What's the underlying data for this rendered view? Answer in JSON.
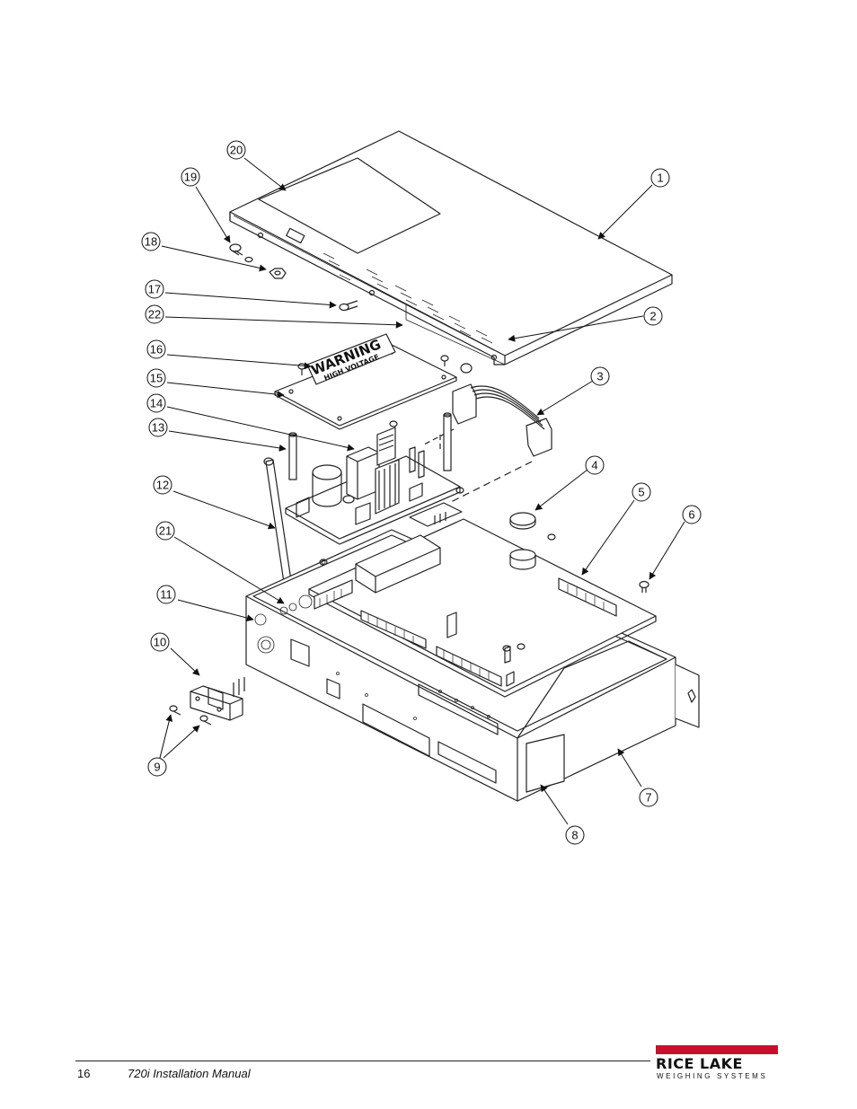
{
  "diagram": {
    "callouts": [
      "1",
      "2",
      "3",
      "4",
      "5",
      "6",
      "7",
      "8",
      "9",
      "10",
      "11",
      "12",
      "13",
      "14",
      "15",
      "16",
      "17",
      "18",
      "19",
      "20",
      "21",
      "22"
    ],
    "warning_label": {
      "line1": "WARNING",
      "line2": "HIGH VOLTAGE"
    }
  },
  "footer": {
    "page_number": "16",
    "manual_title": "720i Installation Manual"
  },
  "logo": {
    "name": "RICE LAKE",
    "tagline": "WEIGHING SYSTEMS",
    "bar_color": "#c8102e"
  }
}
